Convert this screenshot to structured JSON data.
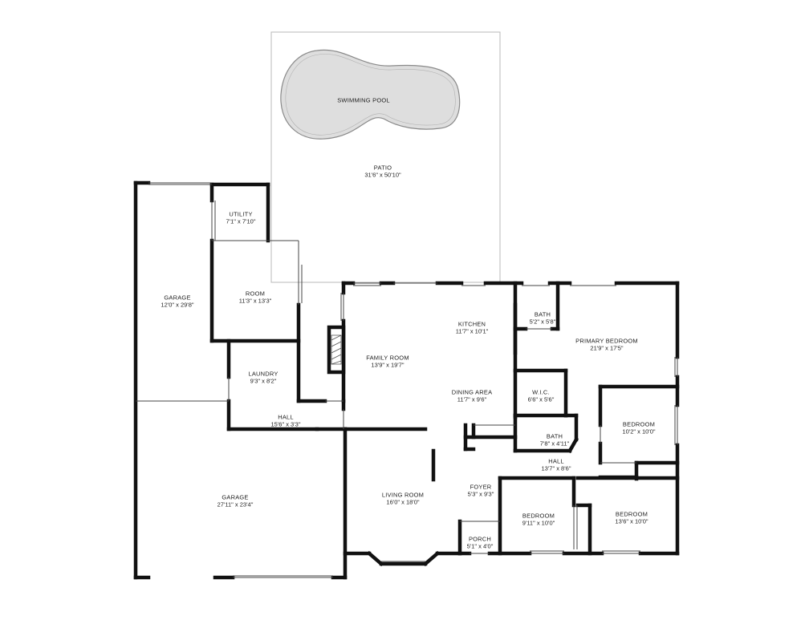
{
  "plan": {
    "rooms": [
      {
        "id": "swimming-pool",
        "name": "SWIMMING POOL",
        "dims": ""
      },
      {
        "id": "patio",
        "name": "PATIO",
        "dims": "31'6\" x 50'10\""
      },
      {
        "id": "utility",
        "name": "UTILITY",
        "dims": "7'1\" x 7'10\""
      },
      {
        "id": "room",
        "name": "ROOM",
        "dims": "11'3\" x 13'3\""
      },
      {
        "id": "garage-small",
        "name": "GARAGE",
        "dims": "12'0\" x 29'8\""
      },
      {
        "id": "laundry",
        "name": "LAUNDRY",
        "dims": "9'3\" x 8'2\""
      },
      {
        "id": "hall-west",
        "name": "HALL",
        "dims": "15'6\" x 3'3\""
      },
      {
        "id": "garage-large",
        "name": "GARAGE",
        "dims": "27'11\" x 23'4\""
      },
      {
        "id": "family-room",
        "name": "FAMILY ROOM",
        "dims": "13'9\" x 19'7\""
      },
      {
        "id": "kitchen",
        "name": "KITCHEN",
        "dims": "11'7\" x 10'1\""
      },
      {
        "id": "dining-area",
        "name": "DINING AREA",
        "dims": "11'7\" x 9'6\""
      },
      {
        "id": "bath-top",
        "name": "BATH",
        "dims": "5'2\" x 5'8\""
      },
      {
        "id": "primary-bedroom",
        "name": "PRIMARY BEDROOM",
        "dims": "21'9\" x 17'5\""
      },
      {
        "id": "wic",
        "name": "W.I.C.",
        "dims": "6'6\" x 5'6\""
      },
      {
        "id": "bath-mid",
        "name": "BATH",
        "dims": "7'8\" x 4'11\""
      },
      {
        "id": "bedroom-east",
        "name": "BEDROOM",
        "dims": "10'2\" x 10'0\""
      },
      {
        "id": "hall-east",
        "name": "HALL",
        "dims": "13'7\" x 8'6\""
      },
      {
        "id": "living-room",
        "name": "LIVING ROOM",
        "dims": "16'0\" x 18'0\""
      },
      {
        "id": "foyer",
        "name": "FOYER",
        "dims": "5'3\" x 9'3\""
      },
      {
        "id": "porch",
        "name": "PORCH",
        "dims": "5'1\" x 4'0\""
      },
      {
        "id": "bedroom-south",
        "name": "BEDROOM",
        "dims": "9'11\" x 10'0\""
      },
      {
        "id": "bedroom-southeast",
        "name": "BEDROOM",
        "dims": "13'6\" x 10'0\""
      }
    ]
  }
}
